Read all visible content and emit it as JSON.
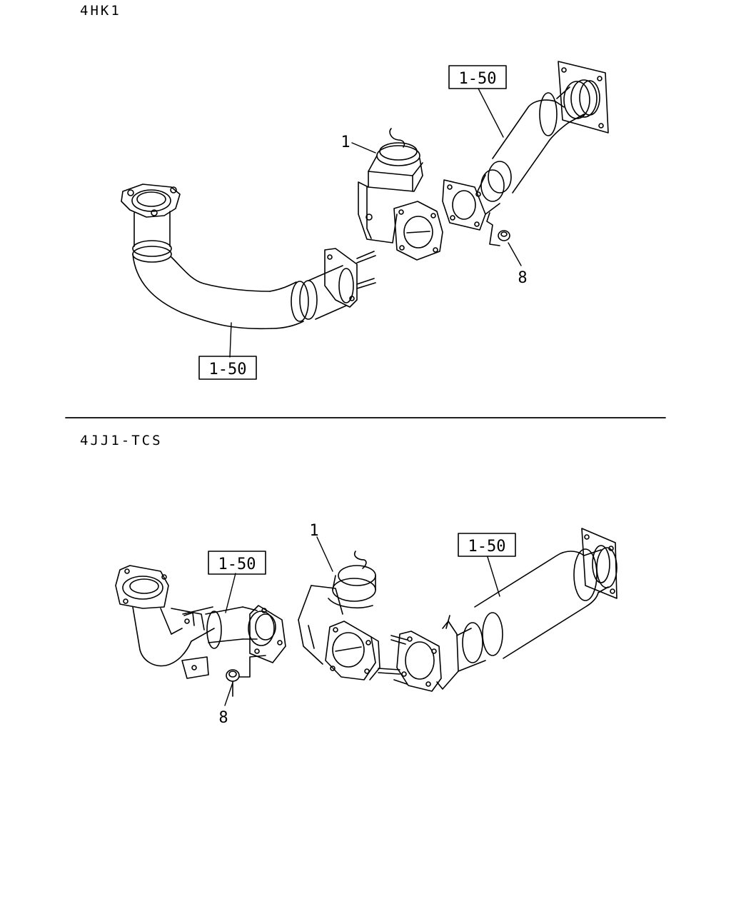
{
  "sections": [
    {
      "title": "4HK1"
    },
    {
      "title": "4JJ1-TCS"
    }
  ],
  "callouts": {
    "top_pipe_rear": "1-50",
    "top_pipe_front": "1-50",
    "top_valve": "1",
    "top_nut": "8",
    "bottom_pipe_front": "1-50",
    "bottom_pipe_rear": "1-50",
    "bottom_valve": "1",
    "bottom_nut": "8"
  }
}
